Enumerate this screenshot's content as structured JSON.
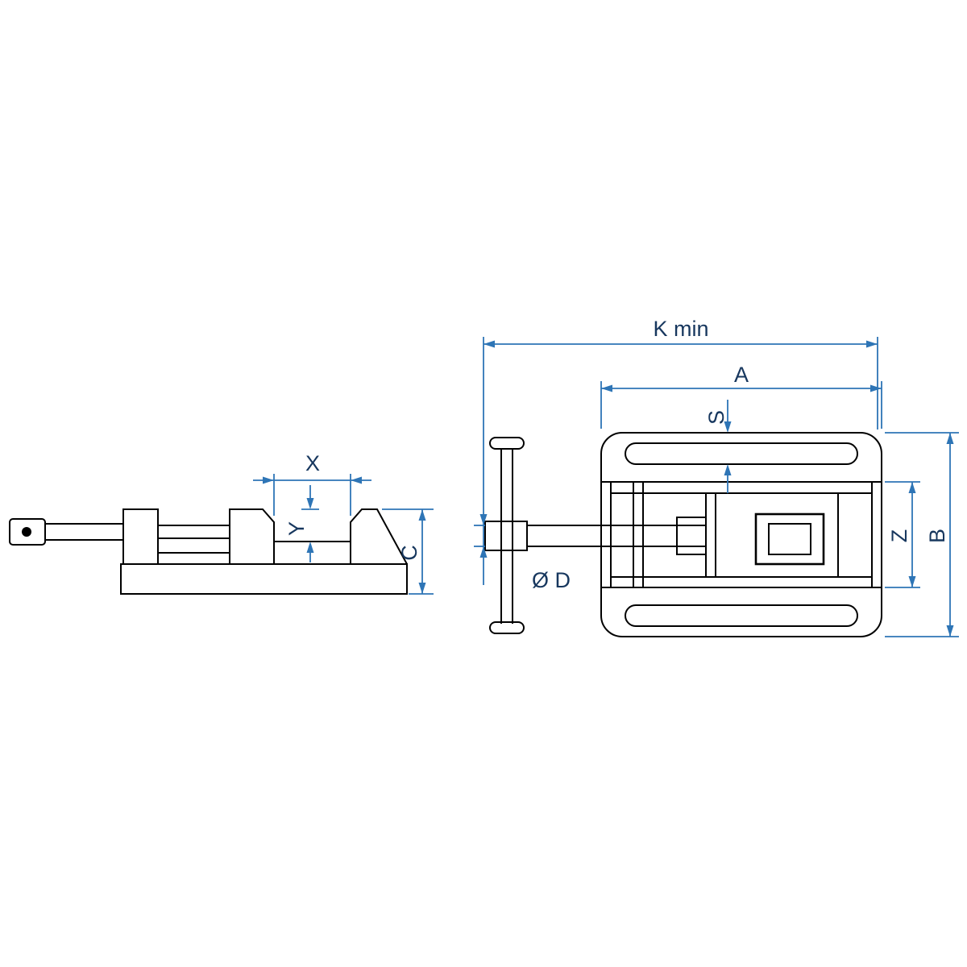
{
  "diagram": {
    "labels": {
      "k_min": "K min",
      "a": "A",
      "s": "S",
      "x": "X",
      "y": "Y",
      "c": "C",
      "diameter_d": "Ø D",
      "z": "Z",
      "b": "B"
    },
    "colors": {
      "drawing_lines": "#000000",
      "dimension_lines": "#2e75b6",
      "label_text": "#17375e",
      "background": "#ffffff"
    }
  }
}
